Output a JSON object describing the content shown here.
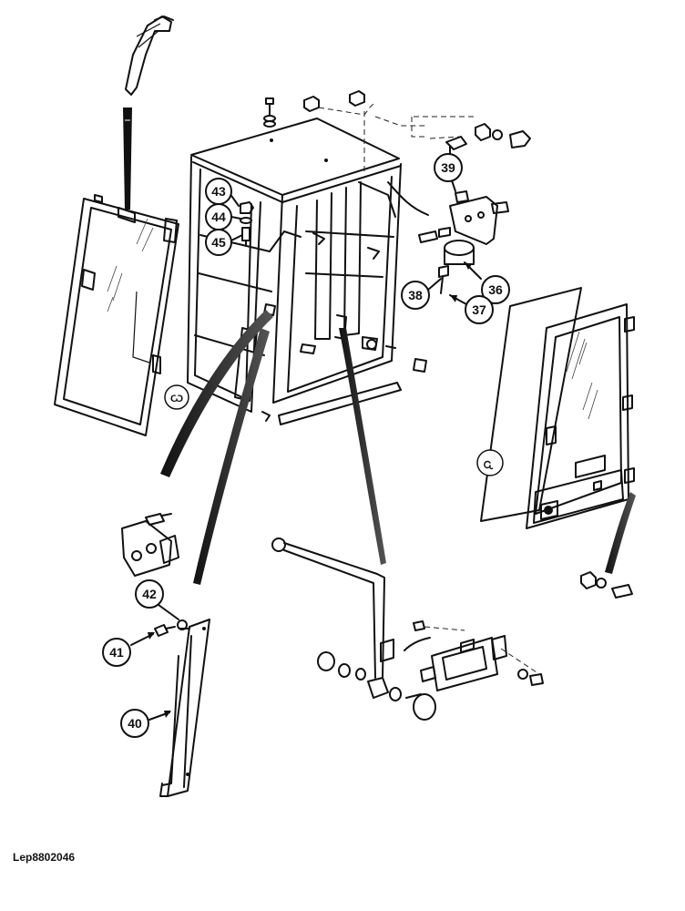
{
  "figure": {
    "reference_code": "Lep8802046",
    "callouts": [
      {
        "id": "36",
        "text": "36"
      },
      {
        "id": "37",
        "text": "37"
      },
      {
        "id": "38",
        "text": "38"
      },
      {
        "id": "39",
        "text": "39"
      },
      {
        "id": "40",
        "text": "40"
      },
      {
        "id": "41",
        "text": "41"
      },
      {
        "id": "42",
        "text": "42"
      },
      {
        "id": "43",
        "text": "43"
      },
      {
        "id": "44",
        "text": "44"
      },
      {
        "id": "45",
        "text": "45"
      }
    ]
  }
}
